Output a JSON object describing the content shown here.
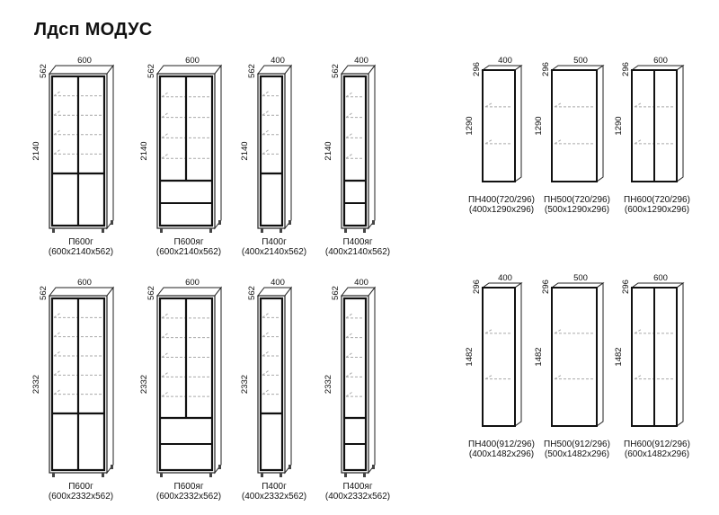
{
  "title": "Лдсп МОДУС",
  "cabinets": [
    {
      "name": "П600г",
      "size": "(600x2140x562)",
      "w": "600",
      "d": "562",
      "h": "2140",
      "type": "g",
      "wide": true,
      "tall": false
    },
    {
      "name": "П600яг",
      "size": "(600x2140x562)",
      "w": "600",
      "d": "562",
      "h": "2140",
      "type": "yag",
      "wide": true,
      "tall": false
    },
    {
      "name": "П400г",
      "size": "(400x2140x562)",
      "w": "400",
      "d": "562",
      "h": "2140",
      "type": "g",
      "wide": false,
      "tall": false
    },
    {
      "name": "П400яг",
      "size": "(400x2140x562)",
      "w": "400",
      "d": "562",
      "h": "2140",
      "type": "yag",
      "wide": false,
      "tall": false
    },
    {
      "name": "П600г",
      "size": "(600x2332x562)",
      "w": "600",
      "d": "562",
      "h": "2332",
      "type": "g",
      "wide": true,
      "tall": true
    },
    {
      "name": "П600яг",
      "size": "(600x2332x562)",
      "w": "600",
      "d": "562",
      "h": "2332",
      "type": "yag",
      "wide": true,
      "tall": true
    },
    {
      "name": "П400г",
      "size": "(400x2332x562)",
      "w": "400",
      "d": "562",
      "h": "2332",
      "type": "g",
      "wide": false,
      "tall": true
    },
    {
      "name": "П400яг",
      "size": "(400x2332x562)",
      "w": "400",
      "d": "562",
      "h": "2332",
      "type": "yag",
      "wide": false,
      "tall": true
    }
  ],
  "wall_cabinets": [
    {
      "name": "ПН400(720/296)",
      "size": "(400x1290x296)",
      "w": "400",
      "d": "296",
      "h": "1290",
      "doors": 1,
      "tall": false
    },
    {
      "name": "ПН500(720/296)",
      "size": "(500x1290x296)",
      "w": "500",
      "d": "296",
      "h": "1290",
      "doors": 1,
      "tall": false
    },
    {
      "name": "ПН600(720/296)",
      "size": "(600x1290x296)",
      "w": "600",
      "d": "296",
      "h": "1290",
      "doors": 2,
      "tall": false
    },
    {
      "name": "ПН400(912/296)",
      "size": "(400x1482x296)",
      "w": "400",
      "d": "296",
      "h": "1482",
      "doors": 1,
      "tall": true
    },
    {
      "name": "ПН500(912/296)",
      "size": "(500x1482x296)",
      "w": "500",
      "d": "296",
      "h": "1482",
      "doors": 1,
      "tall": true
    },
    {
      "name": "ПН600(912/296)",
      "size": "(600x1482x296)",
      "w": "600",
      "d": "296",
      "h": "1482",
      "doors": 2,
      "tall": true
    }
  ]
}
